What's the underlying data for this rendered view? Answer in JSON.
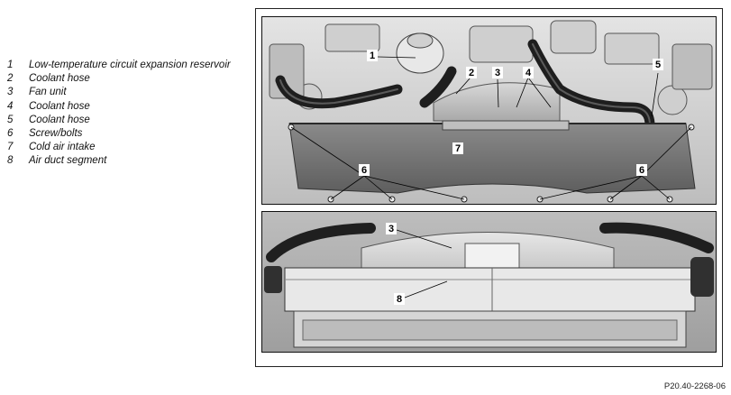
{
  "legend": {
    "items": [
      {
        "num": "1",
        "text": "Low-temperature circuit expansion reservoir"
      },
      {
        "num": "2",
        "text": "Coolant hose"
      },
      {
        "num": "3",
        "text": "Fan unit"
      },
      {
        "num": "4",
        "text": "Coolant hose"
      },
      {
        "num": "5",
        "text": "Coolant hose"
      },
      {
        "num": "6",
        "text": "Screw/bolts"
      },
      {
        "num": "7",
        "text": "Cold air intake"
      },
      {
        "num": "8",
        "text": "Air duct segment"
      }
    ]
  },
  "figure": {
    "top_callouts": [
      "1",
      "2",
      "3",
      "4",
      "5",
      "6",
      "6",
      "7"
    ],
    "bottom_callouts": [
      "3",
      "8"
    ],
    "reference_code": "P20.40-2268-06"
  }
}
